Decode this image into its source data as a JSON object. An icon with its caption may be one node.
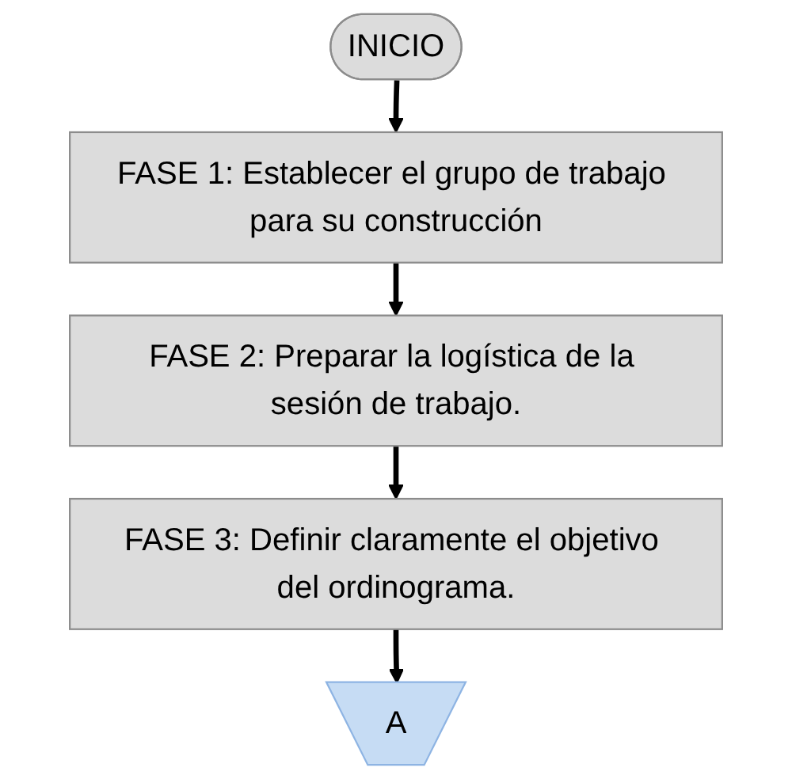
{
  "diagram": {
    "nodes": [
      {
        "text": [
          "INICIO"
        ]
      },
      {
        "text": [
          "FASE 1: Establecer el grupo de trabajo para su construcción"
        ]
      },
      {
        "text": [
          "FASE 2: Preparar la logística de la sesión de trabajo."
        ]
      },
      {
        "text": [
          "FASE 3: Definir claramente el objetivo del ordinograma."
        ]
      },
      {
        "text": [
          "A"
        ]
      }
    ],
    "edges": [
      {
        "from": 0,
        "to": 1,
        "arrow": "to"
      },
      {
        "from": 1,
        "to": 2,
        "arrow": "to"
      },
      {
        "from": 2,
        "to": 3,
        "arrow": "to"
      },
      {
        "from": 3,
        "to": 4,
        "arrow": "to"
      }
    ]
  }
}
